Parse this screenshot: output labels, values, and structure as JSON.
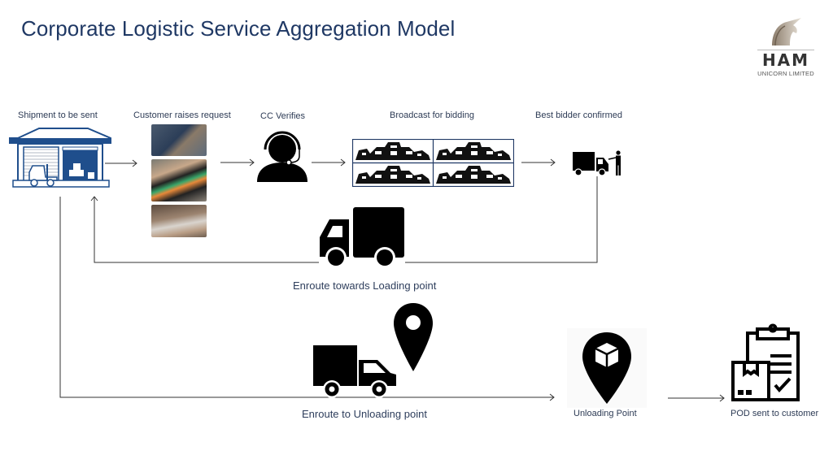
{
  "title": "Corporate Logistic Service Aggregation Model",
  "logo": {
    "name": "HAM",
    "subtitle": "UNICORN LIMITED",
    "icon": "unicorn-head-icon"
  },
  "steps": [
    {
      "id": "shipment",
      "label": "Shipment to be sent",
      "icon": "warehouse-forklift-icon"
    },
    {
      "id": "request",
      "label": "Customer raises request",
      "icon": "customer-request-photos"
    },
    {
      "id": "verify",
      "label": "CC Verifies",
      "icon": "headset-agent-icon"
    },
    {
      "id": "broadcast",
      "label": "Broadcast for bidding",
      "icon": "truck-fleet-grid"
    },
    {
      "id": "bidder",
      "label": "Best bidder confirmed",
      "icon": "truck-with-person-icon"
    },
    {
      "id": "enroute-loading",
      "label": "Enroute towards Loading point",
      "icon": "box-truck-icon"
    },
    {
      "id": "enroute-unloading",
      "label": "Enroute to Unloading point",
      "icon": "truck-and-location-pin-icon"
    },
    {
      "id": "unloading",
      "label": "Unloading Point",
      "icon": "location-pin-box-icon"
    },
    {
      "id": "pod",
      "label": "POD sent to customer",
      "icon": "clipboard-box-check-icon"
    }
  ],
  "colors": {
    "title": "#1f3864",
    "warehouse": "#1f4e8c",
    "icon": "#000000",
    "connector": "#333333"
  }
}
